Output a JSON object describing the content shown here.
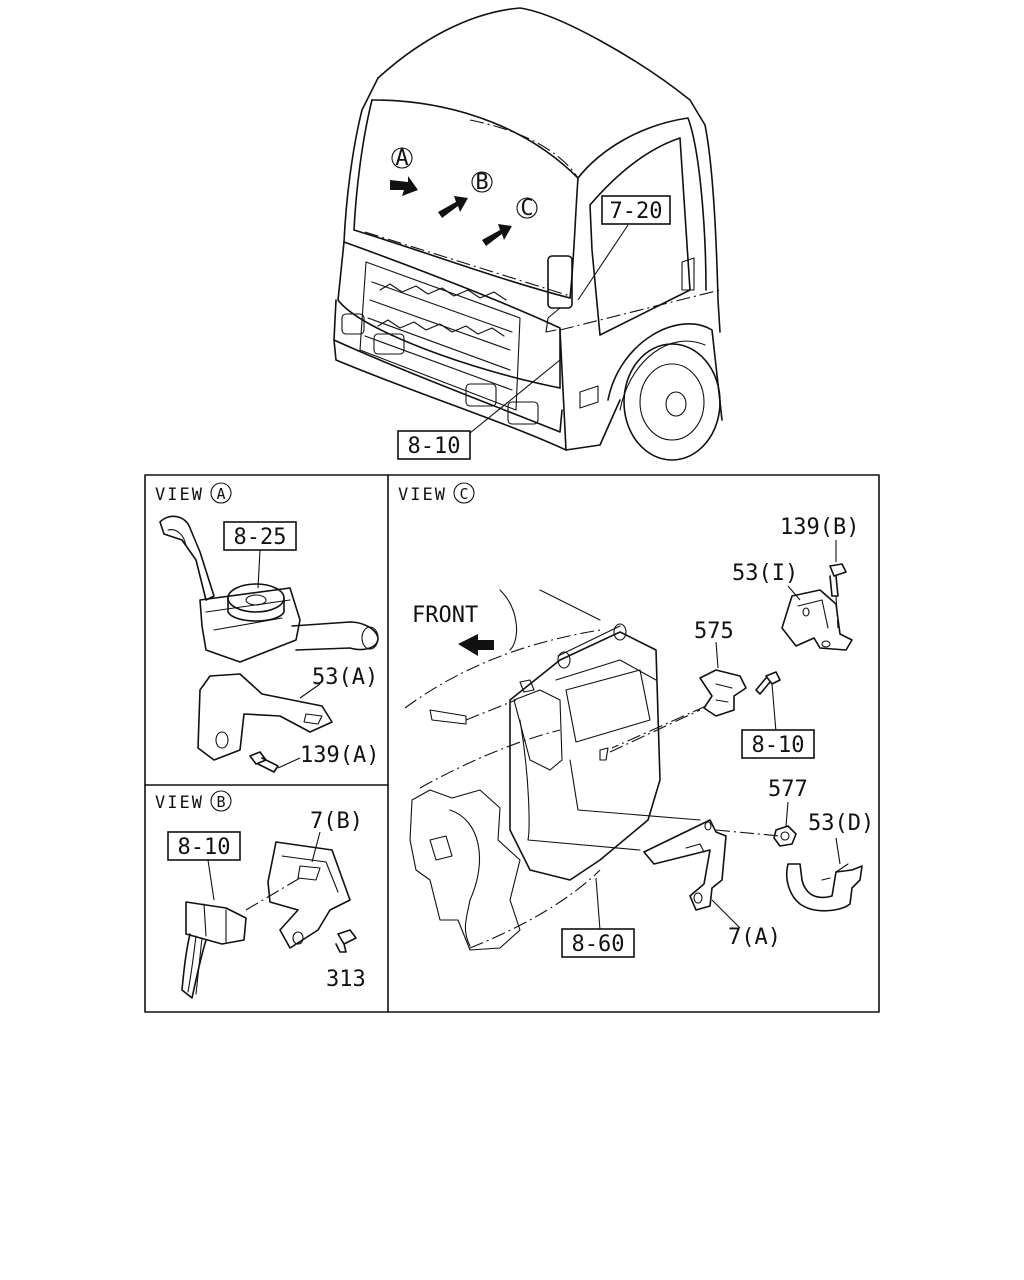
{
  "diagram": {
    "truck_callouts": {
      "view_a": "A",
      "view_b": "B",
      "view_c": "C",
      "ref_7_20": "7-20",
      "ref_8_10": "8-10"
    },
    "panel_a": {
      "view_word": "VIEW",
      "view_letter": "A",
      "ref_8_25": "8-25",
      "label_53a": "53(A)",
      "label_139a": "139(A)"
    },
    "panel_b": {
      "view_word": "VIEW",
      "view_letter": "B",
      "ref_8_10": "8-10",
      "label_7b": "7(B)",
      "label_313": "313"
    },
    "panel_c": {
      "view_word": "VIEW",
      "view_letter": "C",
      "front": "FRONT",
      "label_139b": "139(B)",
      "label_53i": "53(I)",
      "label_575": "575",
      "ref_8_10": "8-10",
      "label_577": "577",
      "label_53d": "53(D)",
      "ref_8_60": "8-60",
      "label_7a": "7(A)"
    }
  }
}
